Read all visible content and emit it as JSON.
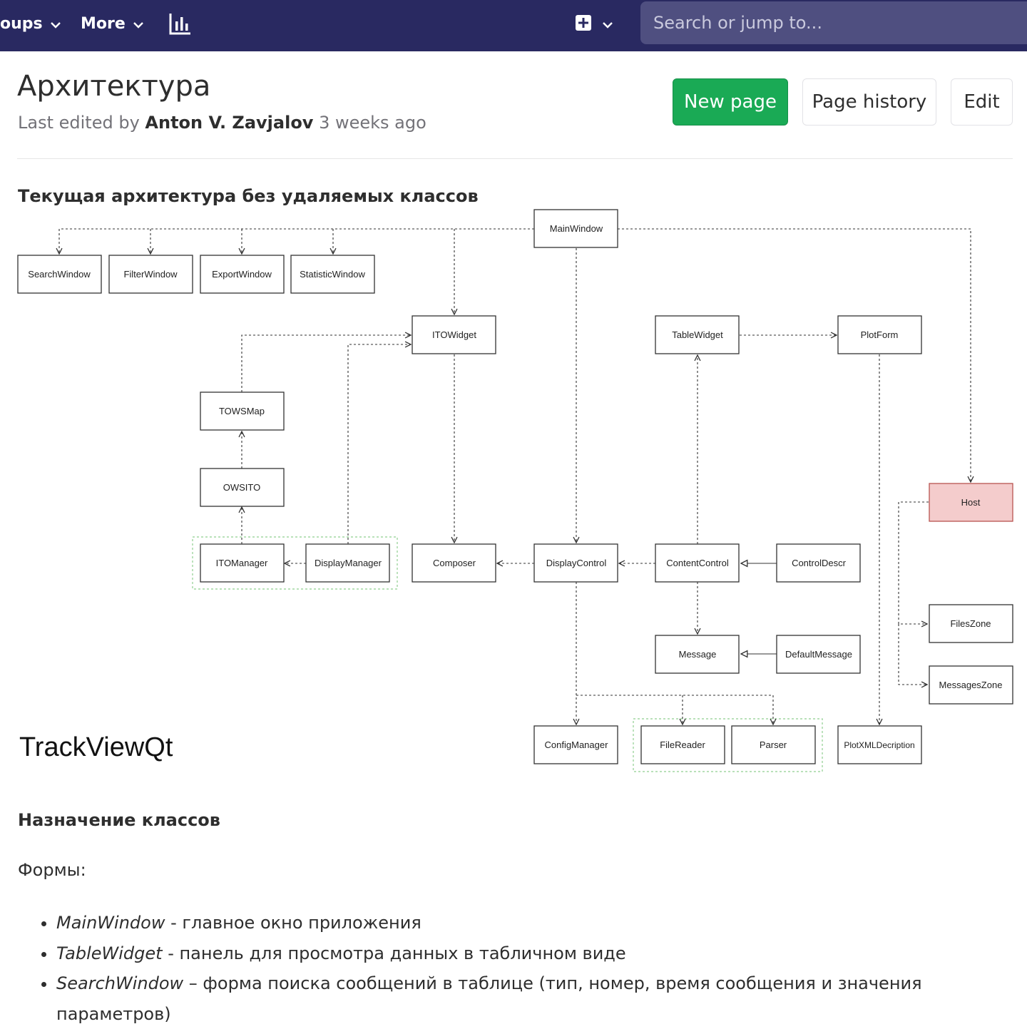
{
  "nav": {
    "groups_label": "oups",
    "more_label": "More",
    "search_placeholder": "Search or jump to..."
  },
  "page": {
    "title": "Архитектура",
    "meta_prefix": "Last edited by",
    "author": "Anton V. Zavjalov",
    "meta_time": "3 weeks ago",
    "buttons": {
      "new_page": "New page",
      "page_history": "Page history",
      "edit": "Edit"
    }
  },
  "sections": {
    "architecture_heading": "Текущая архитектура без удаляемых классов",
    "purpose_heading": "Назначение классов",
    "forms_label": "Формы:"
  },
  "diagram": {
    "title": "TrackViewQt",
    "highlight_color": "#f4cccc",
    "classes": {
      "main_window": "MainWindow",
      "search_window": "SearchWindow",
      "filter_window": "FilterWindow",
      "export_window": "ExportWindow",
      "statistic_window": "StatisticWindow",
      "ito_widget": "ITOWidget",
      "table_widget": "TableWidget",
      "plot_form": "PlotForm",
      "tows_map": "TOWSMap",
      "owsito": "OWSITO",
      "host": "Host",
      "ito_manager": "ITOManager",
      "display_manager": "DisplayManager",
      "composer": "Composer",
      "display_control": "DisplayControl",
      "content_control": "ContentControl",
      "control_descr": "ControlDescr",
      "files_zone": "FilesZone",
      "message": "Message",
      "default_message": "DefaultMessage",
      "messages_zone": "MessagesZone",
      "config_manager": "ConfigManager",
      "file_reader": "FileReader",
      "parser": "Parser",
      "plot_xml_decription": "PlotXMLDecription"
    }
  },
  "class_list": [
    {
      "name": "MainWindow",
      "desc": " - главное окно приложения"
    },
    {
      "name": "TableWidget",
      "desc": " - панель для просмотра данных в табличном виде"
    },
    {
      "name": "SearchWindow",
      "desc": " – форма поиска сообщений в таблице (тип, номер, время сообщения и значения параметров)"
    }
  ]
}
